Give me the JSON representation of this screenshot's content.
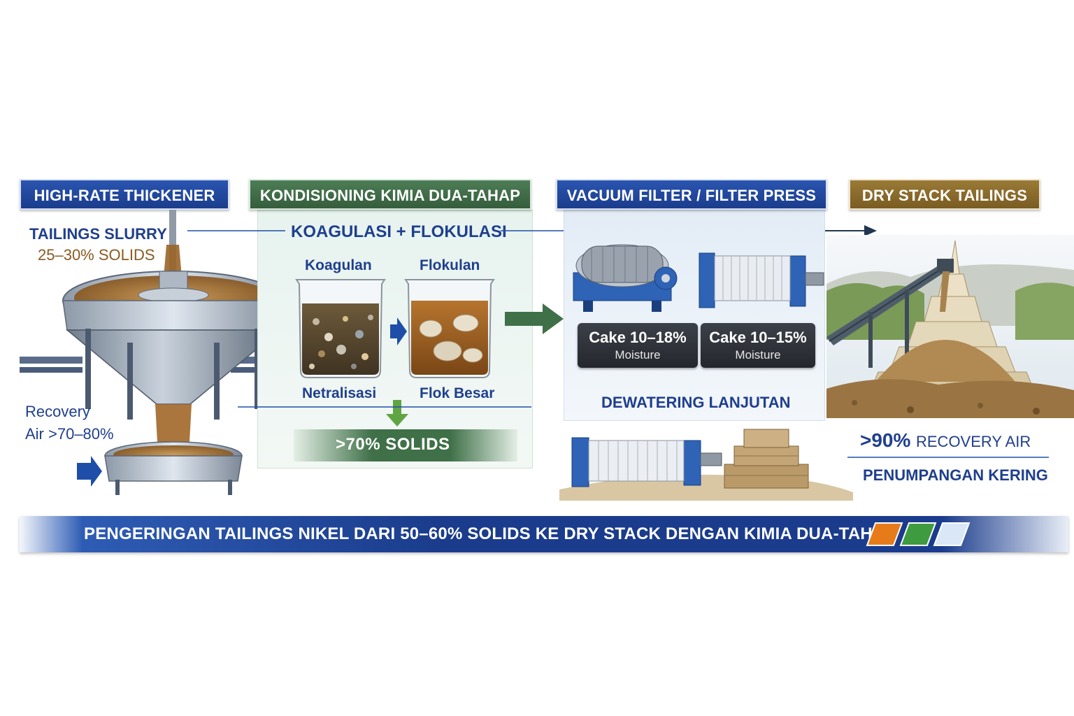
{
  "stages": {
    "thickener": {
      "header": "HIGH-RATE THICKENER",
      "feed_label_line1": "TAILINGS SLURRY",
      "feed_label_line2": "25–30% SOLIDS",
      "recovery_line1": "Recovery",
      "recovery_line2": "Air >70–80%"
    },
    "conditioning": {
      "header": "KONDISIONING KIMIA DUA-TAHAP",
      "process_label": "KOAGULASI + FLOKULASI",
      "beaker1_title": "Koagulan",
      "beaker1_caption": "Netralisasi",
      "beaker2_title": "Flokulan",
      "beaker2_caption": "Flok Besar",
      "result": ">70% SOLIDS"
    },
    "filtration": {
      "header": "VACUUM FILTER / FILTER PRESS",
      "cake1_value": "Cake 10–18%",
      "cake1_unit": "Moisture",
      "cake2_value": "Cake 10–15%",
      "cake2_unit": "Moisture",
      "subtitle": "DEWATERING LANJUTAN"
    },
    "dry_stack": {
      "header": "DRY STACK TAILINGS",
      "recovery_value": ">90%",
      "recovery_label": "RECOVERY AIR",
      "storage_label": "PENUMPANGAN KERING"
    }
  },
  "banner": {
    "text": "PENGERINGAN TAILINGS NIKEL DARI 50–60% SOLIDS KE DRY STACK DENGAN KIMIA DUA-TAHAP"
  },
  "colors": {
    "navy": "#1f4192",
    "green": "#3f7048",
    "brown": "#8a6a2b",
    "slurry": "#8a5a22",
    "banner_orange": "#e77b1a",
    "banner_green": "#3f9b3f",
    "banner_light": "#d9e7f7"
  }
}
